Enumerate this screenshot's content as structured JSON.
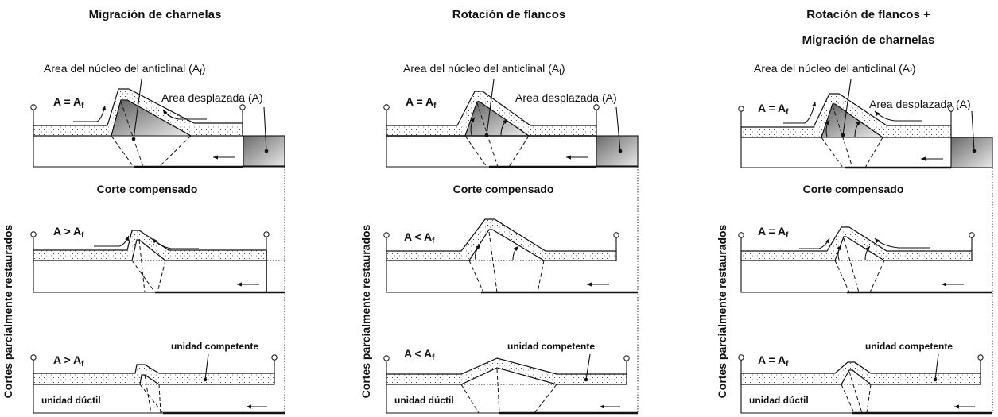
{
  "columns": [
    {
      "title_lines": [
        "Migración de charnelas"
      ],
      "core_label": "Area del núcleo del anticlinal (A",
      "core_sub": "f",
      "displaced_label": "Area desplazada (A)",
      "compensated": "Corte compensado",
      "eq_top": "A = A",
      "eq_mid": "A > A",
      "eq_bot": "A > A",
      "competent": "unidad competente",
      "ductile": "unidad dúctil"
    },
    {
      "title_lines": [
        "Rotación de flancos"
      ],
      "core_label": "Area del núcleo del anticlinal (A",
      "core_sub": "f",
      "displaced_label": "Area desplazada (A)",
      "compensated": "Corte compensado",
      "eq_top": "A = A",
      "eq_mid": "A < A",
      "eq_bot": "A < A",
      "competent": "unidad competente",
      "ductile": "unidad dúctil"
    },
    {
      "title_lines": [
        "Rotación de flancos +",
        "Migración de charnelas"
      ],
      "core_label": "Area del núcleo del anticlinal (A",
      "core_sub": "f",
      "displaced_label": "Area desplazada (A)",
      "compensated": "Corte compensado",
      "eq_top": "A = A",
      "eq_mid": "A = A",
      "eq_bot": "A = A",
      "competent": "unidad competente",
      "ductile": "unidad dúctil"
    }
  ],
  "side_label": "Cortes parcialmente restaurados",
  "colors": {
    "ink": "#111111",
    "shade_dark": "#6f6f6f",
    "shade_light": "#e6e6e6"
  }
}
